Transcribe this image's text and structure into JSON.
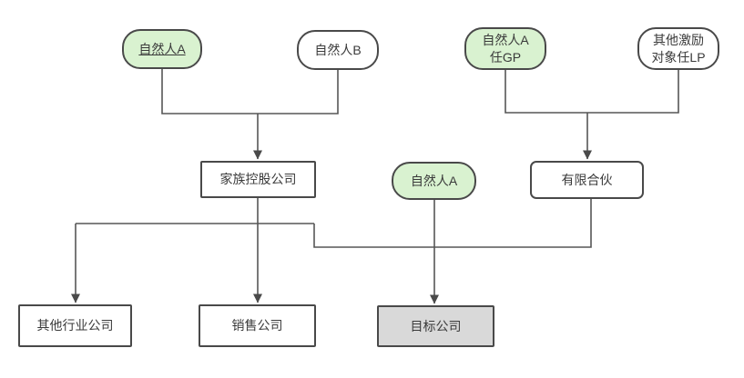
{
  "diagram": {
    "type": "org-ownership-flowchart",
    "background": "#ffffff",
    "colors": {
      "green_fill": "#d9f2d0",
      "white_fill": "#ffffff",
      "gray_fill": "#d9d9d9",
      "box_border": "#494949",
      "line": "#565656",
      "text": "#3a3a3a"
    },
    "nodes": {
      "natural_person_a_top": {
        "label": "自然人A",
        "shape": "pill",
        "fill": "green",
        "underlined": true
      },
      "natural_person_b": {
        "label": "自然人B",
        "shape": "pill",
        "fill": "white"
      },
      "natural_person_a_gp": {
        "label": "自然人A\n任GP",
        "shape": "pill",
        "fill": "green"
      },
      "other_incentive_lp": {
        "label": "其他激励\n对象任LP",
        "shape": "pill",
        "fill": "white"
      },
      "family_holding_company": {
        "label": "家族控股公司",
        "shape": "rect",
        "fill": "white"
      },
      "natural_person_a_mid": {
        "label": "自然人A",
        "shape": "pill",
        "fill": "green"
      },
      "limited_partnership": {
        "label": "有限合伙",
        "shape": "rounded-rect",
        "fill": "white"
      },
      "other_industry_company": {
        "label": "其他行业公司",
        "shape": "rect",
        "fill": "white"
      },
      "sales_company": {
        "label": "销售公司",
        "shape": "rect",
        "fill": "white"
      },
      "target_company": {
        "label": "目标公司",
        "shape": "rect",
        "fill": "gray"
      }
    },
    "edges": [
      {
        "from": [
          "natural_person_a_top",
          "natural_person_b"
        ],
        "to": [
          "family_holding_company"
        ],
        "arrow": true
      },
      {
        "from": [
          "natural_person_a_gp",
          "other_incentive_lp"
        ],
        "to": [
          "limited_partnership"
        ],
        "arrow": true
      },
      {
        "from": [
          "family_holding_company",
          "limited_partnership"
        ],
        "to": [
          "other_industry_company",
          "sales_company"
        ],
        "arrow": true
      },
      {
        "from": [
          "natural_person_a_mid"
        ],
        "to": [
          "target_company"
        ],
        "arrow": true
      }
    ]
  }
}
